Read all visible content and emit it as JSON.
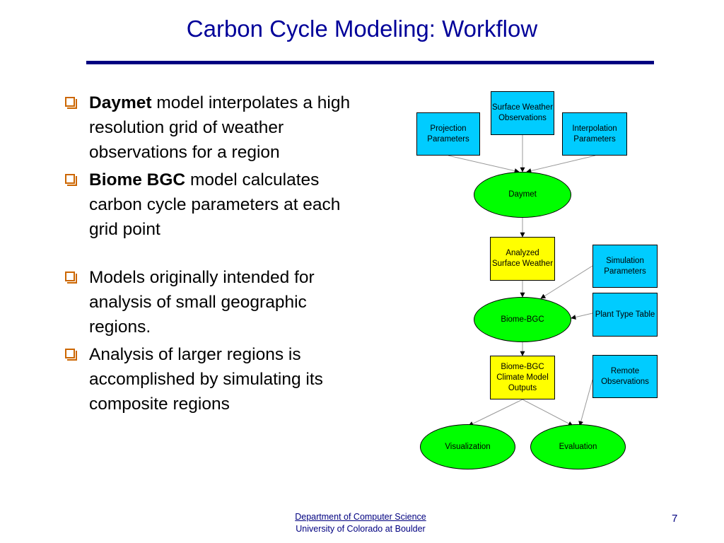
{
  "title": "Carbon Cycle Modeling: Workflow",
  "bullets": [
    {
      "bold": "Daymet",
      "text": " model interpolates a high resolution grid of weather observations for a region"
    },
    {
      "bold": "Biome BGC",
      "text": " model calculates carbon cycle parameters at each grid point"
    },
    {
      "bold": "",
      "text": "Models originally intended for analysis of small geographic regions."
    },
    {
      "bold": "",
      "text": "Analysis of larger regions is accomplished by simulating its composite regions"
    }
  ],
  "diagram": {
    "nodes": {
      "surface_weather_obs": "Surface Weather Observations",
      "projection_params": "Projection Parameters",
      "interpolation_params": "Interpolation Parameters",
      "daymet": "Daymet",
      "analyzed_surface_weather": "Analyzed Surface Weather",
      "simulation_params": "Simulation Parameters",
      "plant_type_table": "Plant Type Table",
      "biome_bgc": "Biome-BGC",
      "biome_bgc_outputs": "Biome-BGC Climate Model Outputs",
      "remote_observations": "Remote Observations",
      "visualization": "Visualization",
      "evaluation": "Evaluation"
    },
    "colors": {
      "input": "#00ccff",
      "product": "#ffff00",
      "process": "#00ff00"
    }
  },
  "footer": {
    "department": "Department of Computer Science",
    "university": "University of Colorado at Boulder",
    "page_number": "7"
  }
}
